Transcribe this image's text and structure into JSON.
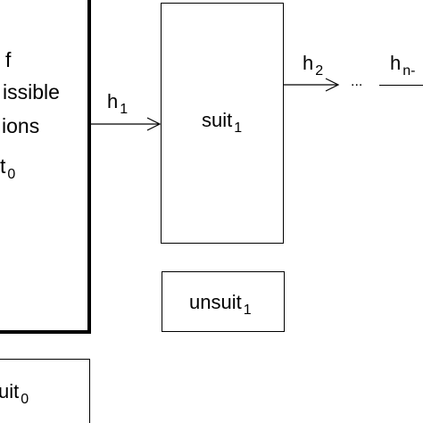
{
  "left_box": {
    "lines": [
      "f",
      "issible",
      "ions"
    ],
    "label": {
      "text": "t",
      "sub": "0"
    }
  },
  "suit_box": {
    "text": "suit",
    "sub": "1"
  },
  "unsuit1_box": {
    "text": "unsuit",
    "sub": "1"
  },
  "unsuit0_box": {
    "text": "uit",
    "sub": "0"
  },
  "edges": {
    "h1": {
      "text": "h",
      "sub": "1"
    },
    "h2": {
      "text": "h",
      "sub": "2"
    },
    "ellipsis": "...",
    "hn": {
      "text": "h",
      "sub": "n-"
    }
  }
}
